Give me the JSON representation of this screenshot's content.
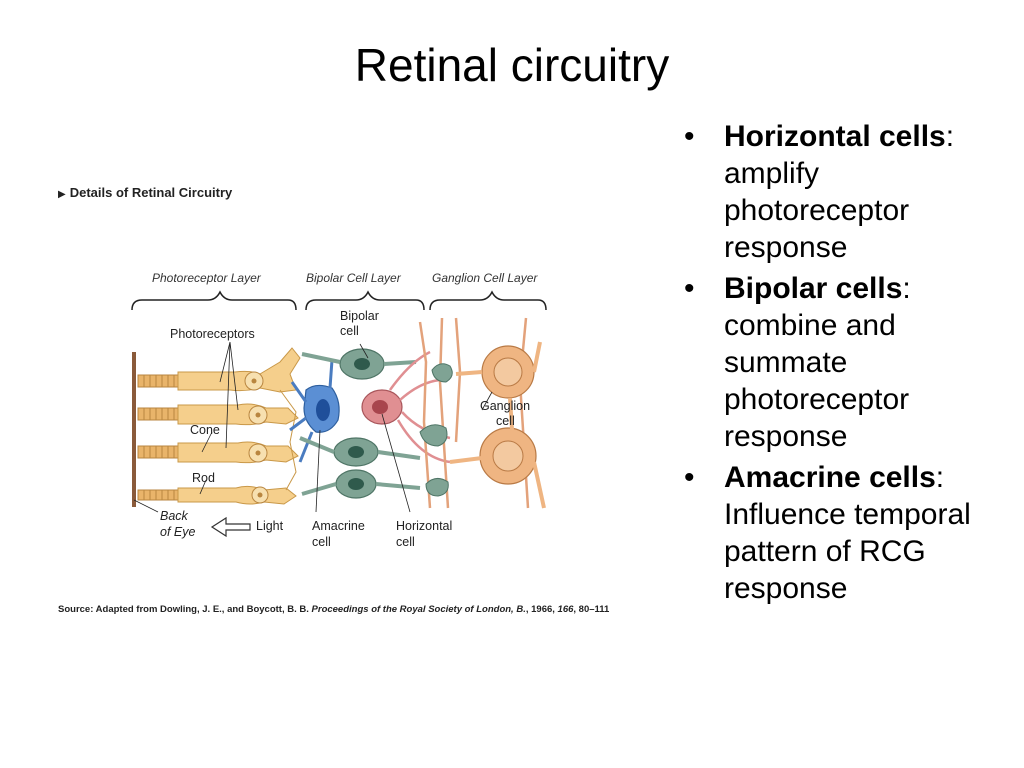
{
  "title": "Retinal circuitry",
  "figure": {
    "header": "Details of Retinal Circuitry",
    "layers": [
      "Photoreceptor Layer",
      "Bipolar Cell Layer",
      "Ganglion Cell Layer"
    ],
    "labels": {
      "photoreceptors": "Photoreceptors",
      "cone": "Cone",
      "rod": "Rod",
      "back_of_eye_1": "Back",
      "back_of_eye_2": "of Eye",
      "light": "Light",
      "bipolar_1": "Bipolar",
      "bipolar_2": "cell",
      "ganglion_1": "Ganglion",
      "ganglion_2": "cell",
      "amacrine_1": "Amacrine",
      "amacrine_2": "cell",
      "horizontal_1": "Horizontal",
      "horizontal_2": "cell"
    },
    "source_prefix": "Source: Adapted from Dowling, J. E., and Boycott, B. B.",
    "source_journal": "Proceedings of the Royal Society of London, B.",
    "source_year": ", 1966,",
    "source_volume": "166",
    "source_pages": ", 80–111"
  },
  "bullets": [
    {
      "term": "Horizontal cells",
      "text": ": amplify photoreceptor response"
    },
    {
      "term": "Bipolar cells",
      "text": ": combine and summate photoreceptor response"
    },
    {
      "term": "Amacrine cells",
      "text": ": Influence temporal pattern of RCG response"
    }
  ],
  "bullet_glyph": "•",
  "colors": {
    "photoreceptor": "#f5cf8c",
    "bipolar_blue": "#5b8fd4",
    "horizontal_red": "#e08f92",
    "amacrine_green": "#7fa394",
    "ganglion": "#efb582"
  }
}
